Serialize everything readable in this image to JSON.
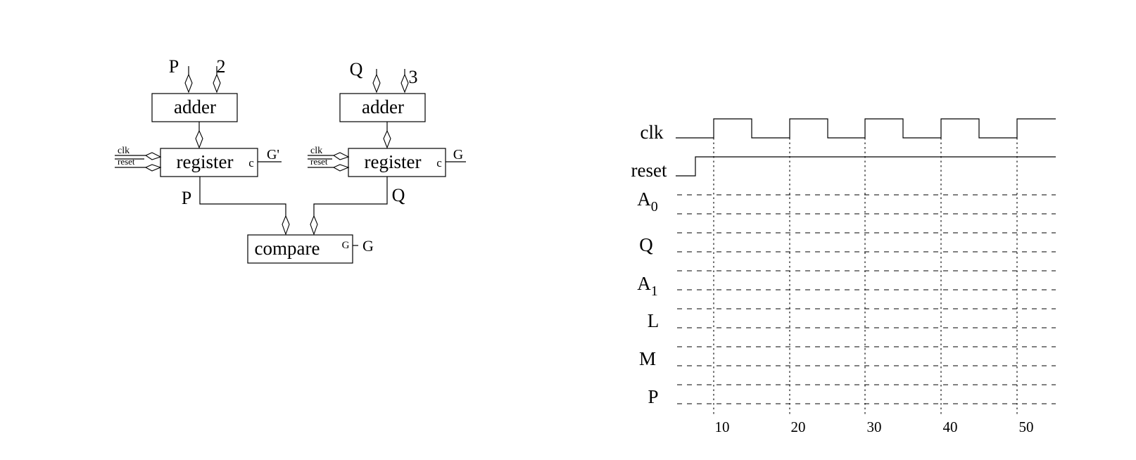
{
  "diagram": {
    "inputs": {
      "p_top": "P",
      "const_two": "2",
      "q_top": "Q",
      "const_three": "3"
    },
    "adder_left": "adder",
    "adder_right": "adder",
    "register_left": {
      "label": "register",
      "c_label": "c",
      "out": "G'",
      "clk": "clk",
      "reset": "reset",
      "bus": "P"
    },
    "register_right": {
      "label": "register",
      "c_label": "c",
      "out": "G",
      "clk": "clk",
      "reset": "reset",
      "bus": "Q"
    },
    "compare": {
      "label": "compare",
      "g_label": "G",
      "out": "G"
    }
  },
  "timing": {
    "signals": {
      "clk": "clk",
      "reset": "reset",
      "a0_base": "A",
      "a0_sub": "0",
      "q": "Q",
      "a1_base": "A",
      "a1_sub": "1",
      "l": "L",
      "m": "M",
      "p": "P"
    },
    "ticks": [
      "10",
      "20",
      "30",
      "40",
      "50"
    ]
  }
}
